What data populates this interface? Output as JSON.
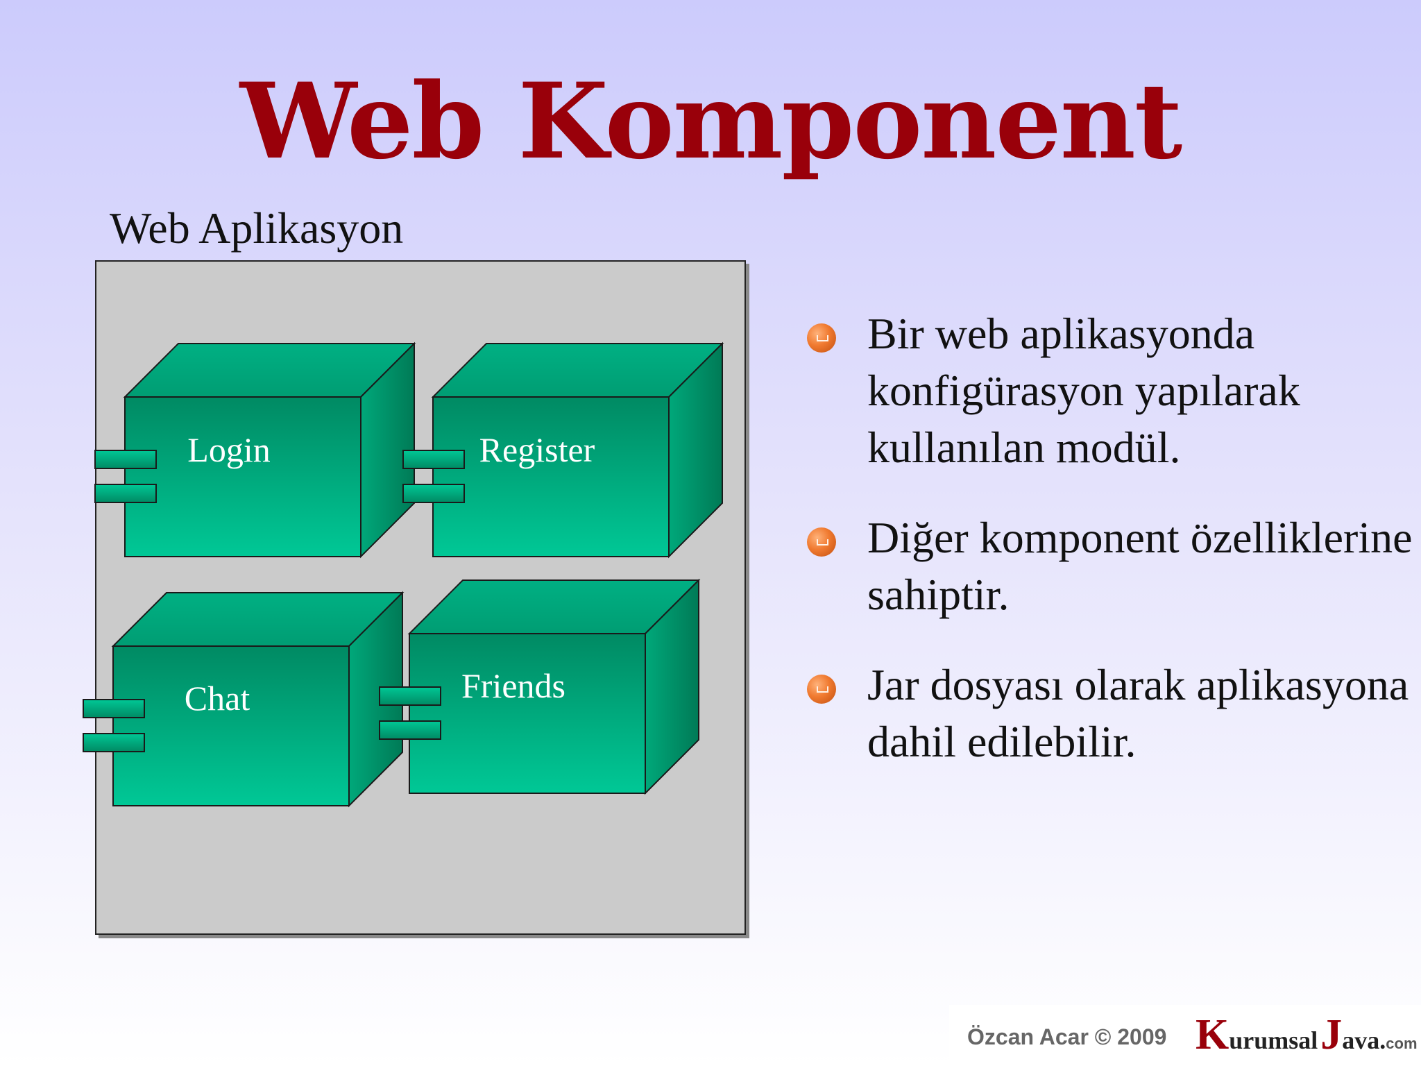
{
  "title": "Web Komponent",
  "diagram": {
    "container_label": "Web Aplikasyon",
    "components": [
      {
        "label": "Login"
      },
      {
        "label": "Register"
      },
      {
        "label": "Chat"
      },
      {
        "label": "Friends"
      }
    ],
    "colors": {
      "front": "#00c08e",
      "top": "#00a87a",
      "side": "#008a63",
      "container": "#cbcbcb",
      "outline": "#1a1a1a"
    }
  },
  "bullets": [
    "Bir web aplikasyonda konfigürasyon yapılarak kullanılan modül.",
    "Diğer komponent özelliklerine sahiptir.",
    "Jar dosyası olarak aplikasyona dahil edilebilir."
  ],
  "footer": {
    "author": "Özcan Acar © 2009",
    "logo_k": "K",
    "logo_urumsal": "urumsal",
    "logo_j": "J",
    "logo_ava": "ava.",
    "logo_com": "com"
  },
  "colors": {
    "title": "#99000a",
    "bullet": "#f07a30"
  }
}
